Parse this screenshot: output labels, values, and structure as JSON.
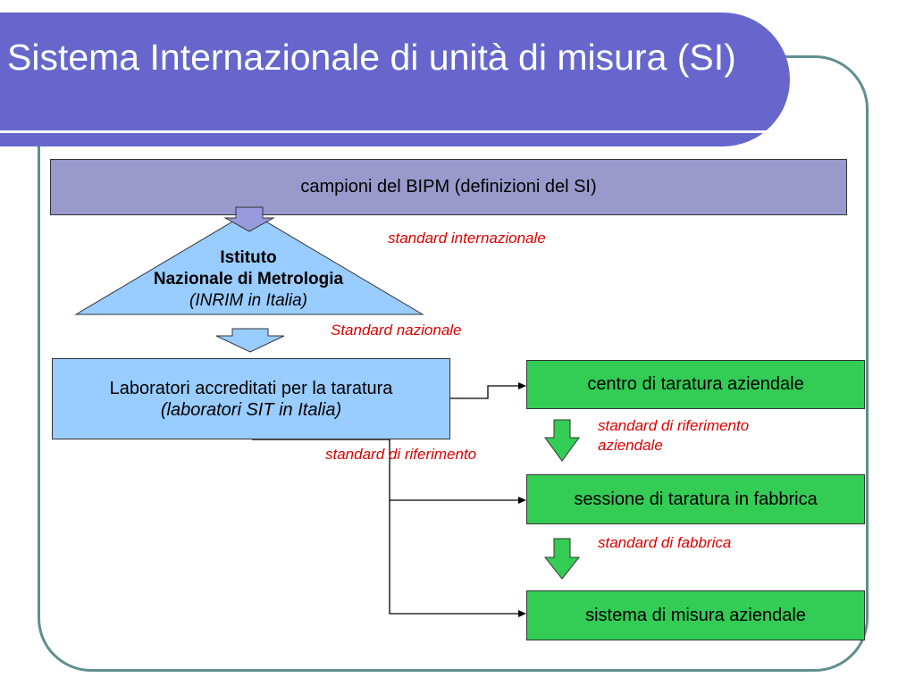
{
  "title": "Sistema Internazionale di unità di misura (SI)",
  "bipm": {
    "label": "campioni del BIPM (definizioni del SI)"
  },
  "inrim": {
    "line1": "Istituto",
    "line2": "Nazionale di Metrologia",
    "line3": "(INRIM in Italia)"
  },
  "labs": {
    "line1": "Laboratori accreditati per la taratura",
    "line2": "(laboratori SIT in Italia)"
  },
  "centro": {
    "label": "centro di taratura aziendale"
  },
  "sessione": {
    "label": "sessione di taratura in fabbrica"
  },
  "sistema": {
    "label": "sistema di misura aziendale"
  },
  "annotations": {
    "internazionale": "standard internazionale",
    "nazionale": "Standard nazionale",
    "riferimento": "standard di riferimento",
    "riferimento_aziendale_1": "standard di riferimento",
    "riferimento_aziendale_2": "aziendale",
    "fabbrica": "standard di fabbrica"
  },
  "colors": {
    "title_bg": "#6666cc",
    "bipm_bg": "#9999cc",
    "inrim_bg": "#99ccff",
    "green_box": "#33cc55",
    "annotation_red": "#dd0000",
    "frame": "#5f8f8f"
  }
}
